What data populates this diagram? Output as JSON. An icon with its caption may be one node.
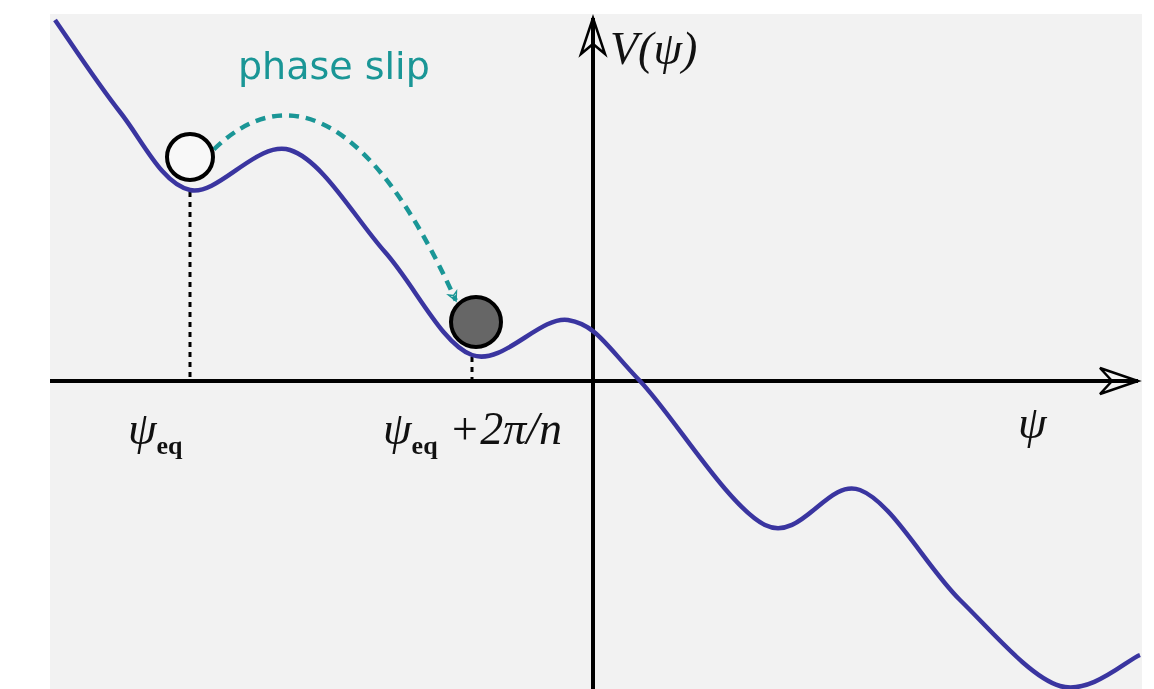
{
  "diagram": {
    "nodes": [
      {
        "text": [],
        "shape": "circle"
      },
      {
        "text": [],
        "shape": "circle"
      }
    ],
    "edges": [
      {
        "from": 0,
        "to": 1,
        "arrow": "to",
        "label": "phase slip",
        "style": "dashed",
        "color": "#1a9696"
      }
    ],
    "labels": [
      "V(ψ)",
      "ψ$_{eq}$",
      "ψ$_{eq}$ +2π/n",
      "ψ"
    ]
  }
}
